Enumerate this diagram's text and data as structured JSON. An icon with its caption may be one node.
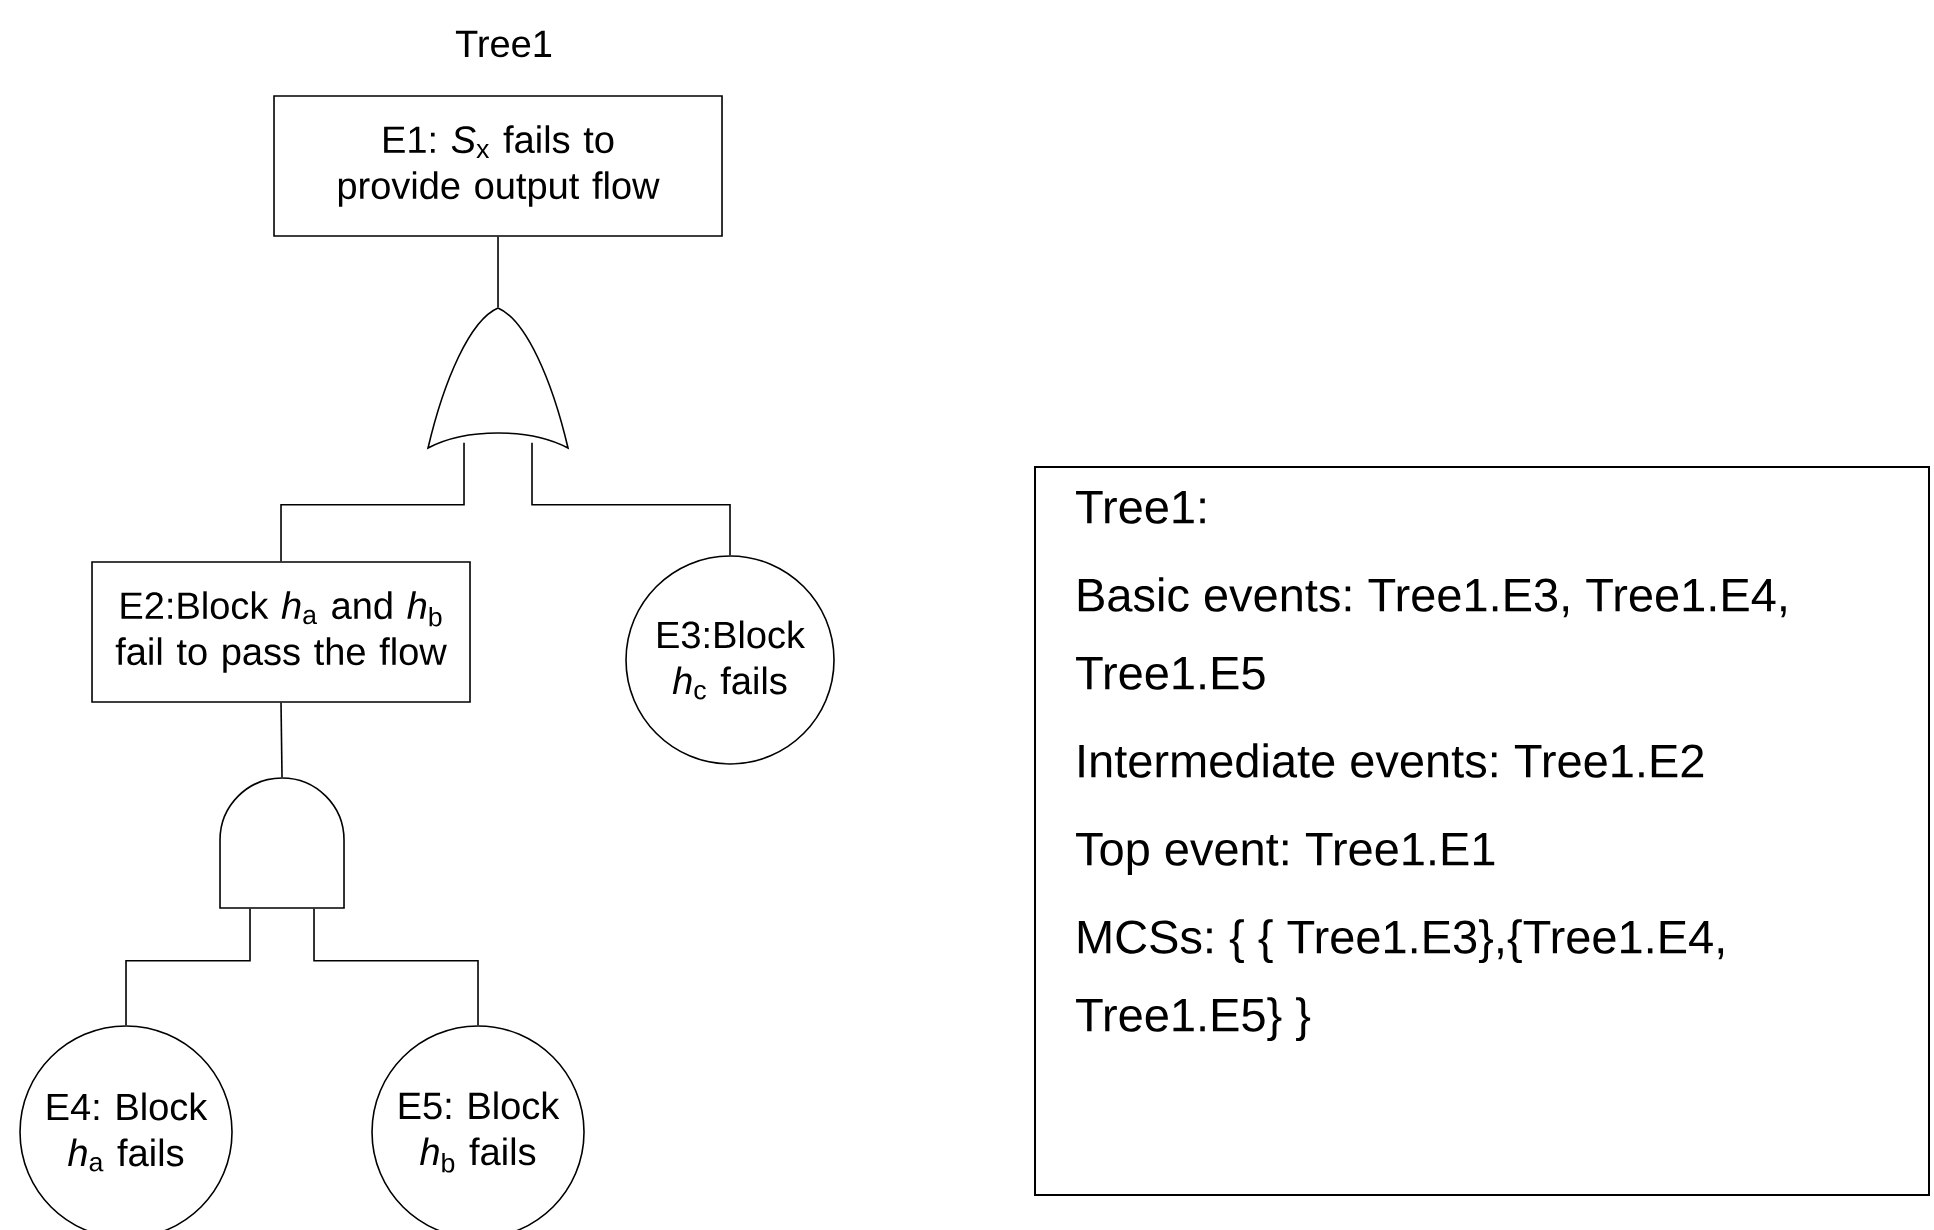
{
  "diagram": {
    "title": "Tree1",
    "nodes": [
      {
        "text": [
          "E1: *S*$_{x}$ fails to provide output flow"
        ]
      },
      {
        "text": [],
        "shape": "gate"
      },
      {
        "text": [
          "E2:Block *h*$_{a}$ and *h*$_{b}$ fail to pass the flow"
        ]
      },
      {
        "text": [
          "E3:Block *h*$_{c}$ fails"
        ]
      },
      {
        "text": [],
        "shape": "gate"
      },
      {
        "text": [
          "E4: Block *h*$_{a}$ fails"
        ]
      },
      {
        "text": [
          "E5: Block *h*$_{b}$ fails"
        ]
      },
      {
        "text": [
          "Tree1:",
          "Basic events: Tree1.E3, Tree1.E4, Tree1.E5",
          "Intermediate events: Tree1.E2",
          "Top event: Tree1.E1",
          "MCSs: { { Tree1.E3},{Tree1.E4, Tree1.E5} }"
        ]
      }
    ],
    "edges": [
      {
        "from": 0,
        "to": 1,
        "arrow": "none"
      },
      {
        "from": 1,
        "to": 2,
        "arrow": "none"
      },
      {
        "from": 1,
        "to": 3,
        "arrow": "none"
      },
      {
        "from": 2,
        "to": 4,
        "arrow": "none"
      },
      {
        "from": 4,
        "to": 5,
        "arrow": "none"
      },
      {
        "from": 4,
        "to": 6,
        "arrow": "none"
      }
    ]
  }
}
